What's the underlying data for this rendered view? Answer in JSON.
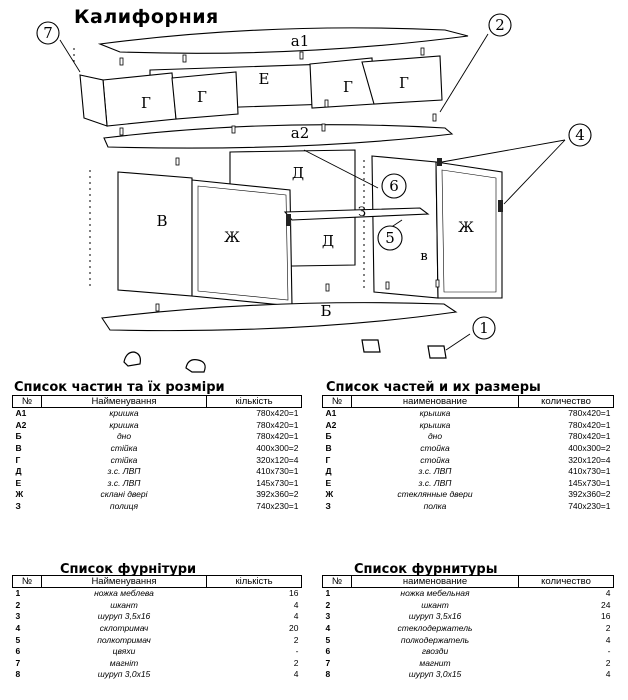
{
  "title": "Калифорния",
  "diagram": {
    "part_labels": {
      "a1": "а1",
      "a2": "а2",
      "E": "Е",
      "G": "Г",
      "D": "Д",
      "Z": "З",
      "V": "В",
      "Zh": "Ж",
      "B": "Б",
      "v_small": "в"
    },
    "callouts": [
      "1",
      "2",
      "4",
      "5",
      "6",
      "7"
    ]
  },
  "parts_ua": {
    "title": "Список частин та їх розміри",
    "headers": [
      "№",
      "Найменування",
      "кількість"
    ],
    "rows": [
      [
        "А1",
        "кришка",
        "780х420=1"
      ],
      [
        "А2",
        "кришка",
        "780х420=1"
      ],
      [
        "Б",
        "дно",
        "780х420=1"
      ],
      [
        "В",
        "стійка",
        "400х300=2"
      ],
      [
        "Г",
        "стійка",
        "320х120=4"
      ],
      [
        "Д",
        "з.с. ЛВП",
        "410х730=1"
      ],
      [
        "Е",
        "з.с. ЛВП",
        "145х730=1"
      ],
      [
        "Ж",
        "склані двері",
        "392х360=2"
      ],
      [
        "З",
        "полиця",
        "740х230=1"
      ]
    ]
  },
  "parts_ru": {
    "title": "Список частей и их размеры",
    "headers": [
      "№",
      "наименование",
      "количество"
    ],
    "rows": [
      [
        "А1",
        "крышка",
        "780х420=1"
      ],
      [
        "А2",
        "крышка",
        "780х420=1"
      ],
      [
        "Б",
        "дно",
        "780х420=1"
      ],
      [
        "В",
        "стойка",
        "400х300=2"
      ],
      [
        "Г",
        "стойка",
        "320х120=4"
      ],
      [
        "Д",
        "з.с. ЛВП",
        "410х730=1"
      ],
      [
        "Е",
        "з.с. ЛВП",
        "145х730=1"
      ],
      [
        "Ж",
        "стеклянные двери",
        "392х360=2"
      ],
      [
        "З",
        "полка",
        "740х230=1"
      ]
    ]
  },
  "fittings_ua": {
    "title": "Список фурнітури",
    "headers": [
      "№",
      "Найменування",
      "кількість"
    ],
    "rows": [
      [
        "1",
        "ножка меблева",
        "16"
      ],
      [
        "2",
        "шкант",
        "4"
      ],
      [
        "3",
        "шуруп 3,5х16",
        "4"
      ],
      [
        "4",
        "склотримач",
        "20"
      ],
      [
        "5",
        "полкотримач",
        "2"
      ],
      [
        "6",
        "цвяхи",
        "-"
      ],
      [
        "7",
        "магніт",
        "2"
      ],
      [
        "8",
        "шуруп 3,0х15",
        "4"
      ]
    ]
  },
  "fittings_ru": {
    "title": "Список фурнитуры",
    "headers": [
      "№",
      "наименование",
      "количество"
    ],
    "rows": [
      [
        "1",
        "ножка мебельная",
        "4"
      ],
      [
        "2",
        "шкант",
        "24"
      ],
      [
        "3",
        "шуруп 3,5х16",
        "16"
      ],
      [
        "4",
        "стеклодержатель",
        "2"
      ],
      [
        "5",
        "полкодержатель",
        "4"
      ],
      [
        "6",
        "гвозди",
        "-"
      ],
      [
        "7",
        "магнит",
        "2"
      ],
      [
        "8",
        "шуруп 3,0х15",
        "4"
      ]
    ]
  }
}
